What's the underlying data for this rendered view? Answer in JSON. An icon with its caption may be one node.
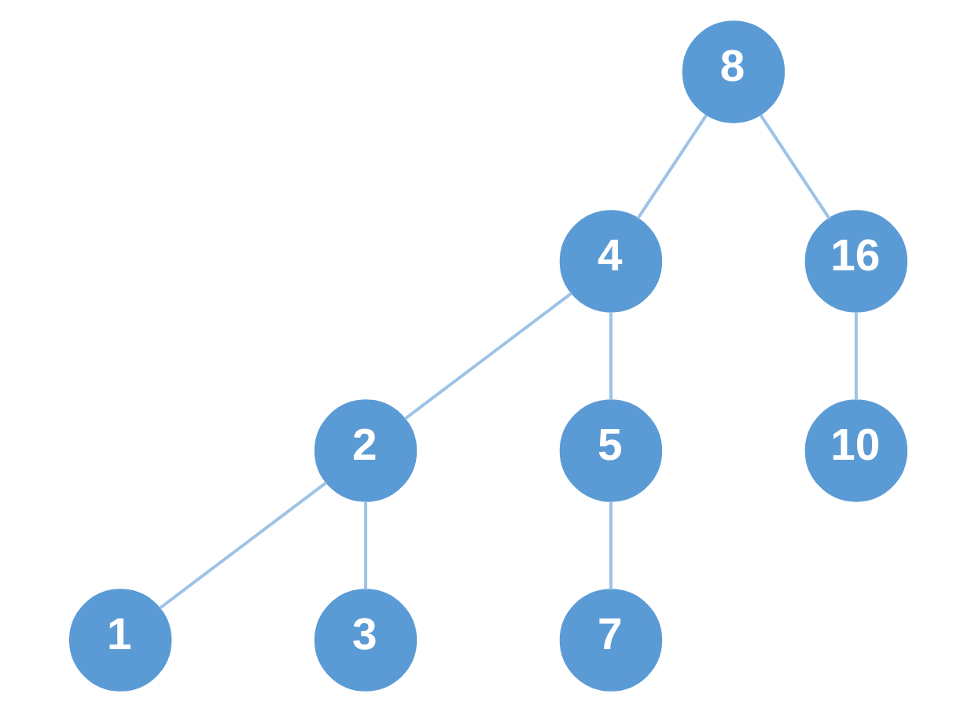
{
  "diagram": {
    "nodes": [
      {
        "text": [
          "8"
        ]
      },
      {
        "text": [
          "4"
        ]
      },
      {
        "text": [
          "16"
        ]
      },
      {
        "text": [
          "2"
        ]
      },
      {
        "text": [
          "5"
        ]
      },
      {
        "text": [
          "10"
        ]
      },
      {
        "text": [
          "1"
        ]
      },
      {
        "text": [
          "3"
        ]
      },
      {
        "text": [
          "7"
        ]
      }
    ],
    "edges": [
      {
        "from": 0,
        "to": 1,
        "arrow": "none"
      },
      {
        "from": 0,
        "to": 2,
        "arrow": "none"
      },
      {
        "from": 1,
        "to": 3,
        "arrow": "none"
      },
      {
        "from": 1,
        "to": 4,
        "arrow": "none"
      },
      {
        "from": 2,
        "to": 5,
        "arrow": "none"
      },
      {
        "from": 3,
        "to": 6,
        "arrow": "none"
      },
      {
        "from": 3,
        "to": 7,
        "arrow": "none"
      },
      {
        "from": 4,
        "to": 8,
        "arrow": "none"
      }
    ]
  }
}
